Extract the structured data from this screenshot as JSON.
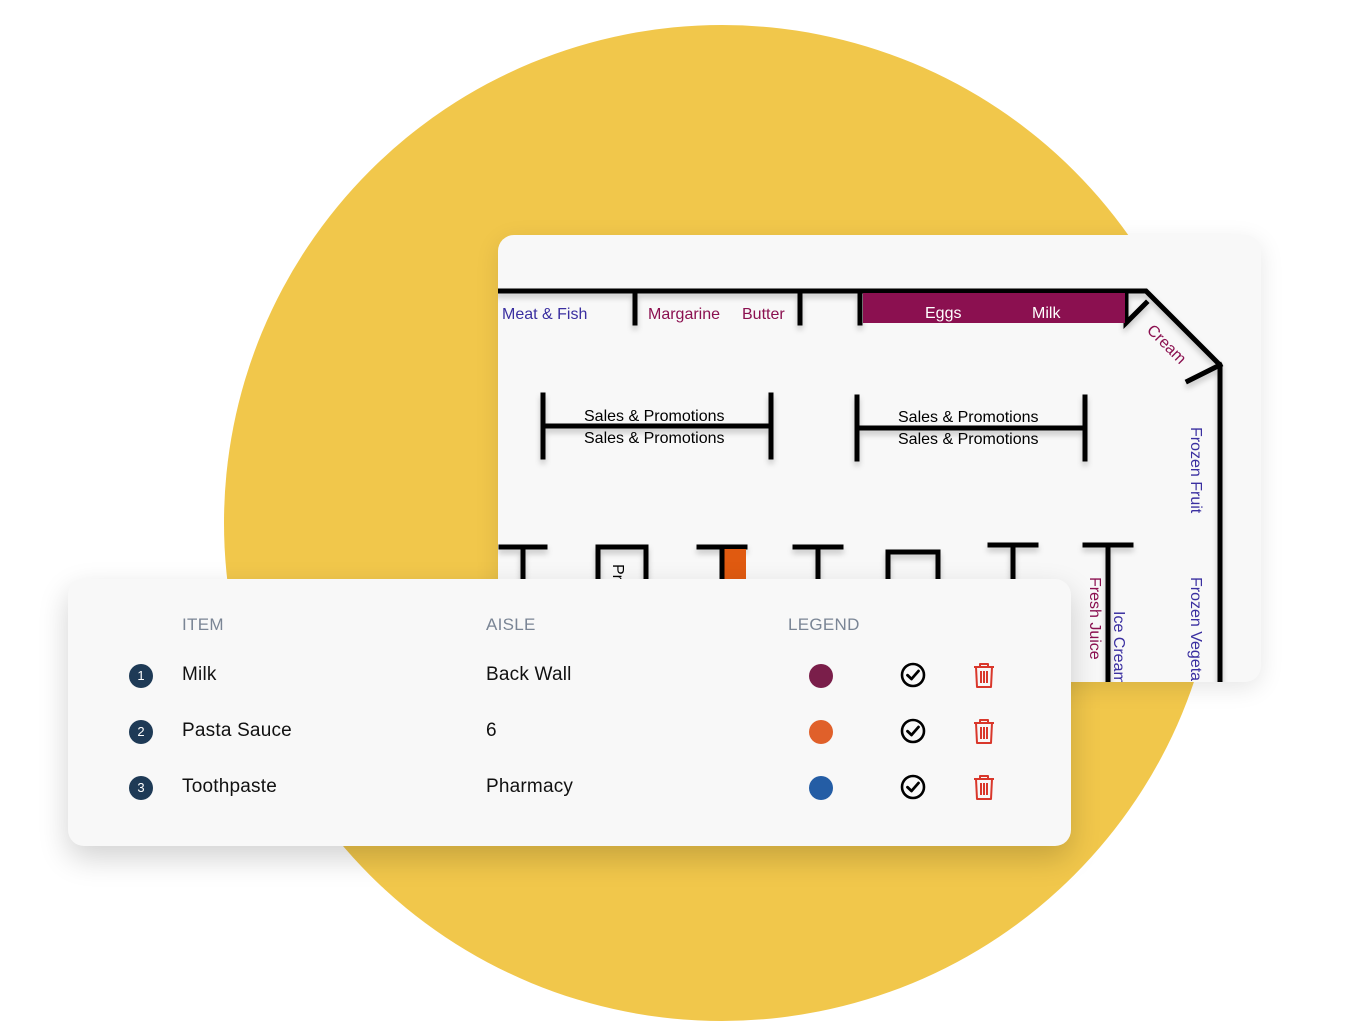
{
  "store_map": {
    "sections": {
      "meat_fish": "Meat & Fish",
      "margarine": "Margarine",
      "butter": "Butter",
      "eggs": "Eggs",
      "milk": "Milk",
      "cream": "Cream",
      "frozen_fruit": "Frozen Fruit",
      "frozen_veg": "Frozen Vegeta",
      "fresh_juice": "Fresh Juice",
      "ice_cream": "Ice Cream",
      "promo_1": "Sales & Promotions",
      "promo_2": "Sales & Promotions",
      "promo_3": "Sales & Promotions",
      "promo_4": "Sales & Promotions",
      "pharmacy_cut": "Pr"
    },
    "colors": {
      "blue_label": "#3a2fa0",
      "purple_label": "#8b1050",
      "highlight": "#8b1050",
      "orange_highlight": "#e05a10"
    }
  },
  "list": {
    "headers": {
      "item": "ITEM",
      "aisle": "AISLE",
      "legend": "LEGEND"
    },
    "items": [
      {
        "num": "1",
        "name": "Milk",
        "aisle": "Back Wall",
        "color": "#7a1e4a",
        "check_icon": "check-circle-icon",
        "delete_icon": "trash-icon"
      },
      {
        "num": "2",
        "name": "Pasta Sauce",
        "aisle": "6",
        "color": "#e0602a",
        "check_icon": "check-circle-icon",
        "delete_icon": "trash-icon"
      },
      {
        "num": "3",
        "name": "Toothpaste",
        "aisle": "Pharmacy",
        "color": "#245da5",
        "check_icon": "check-circle-icon",
        "delete_icon": "trash-icon"
      }
    ]
  }
}
